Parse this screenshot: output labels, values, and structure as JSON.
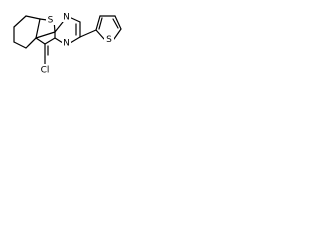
{
  "molecule": {
    "atoms": {
      "S_fused": "S",
      "N_top": "N",
      "N_side": "N",
      "S_thiophene": "S",
      "Cl": "Cl"
    },
    "colors": {
      "bond": "#000000",
      "label": "#000000",
      "background": "#ffffff"
    }
  }
}
